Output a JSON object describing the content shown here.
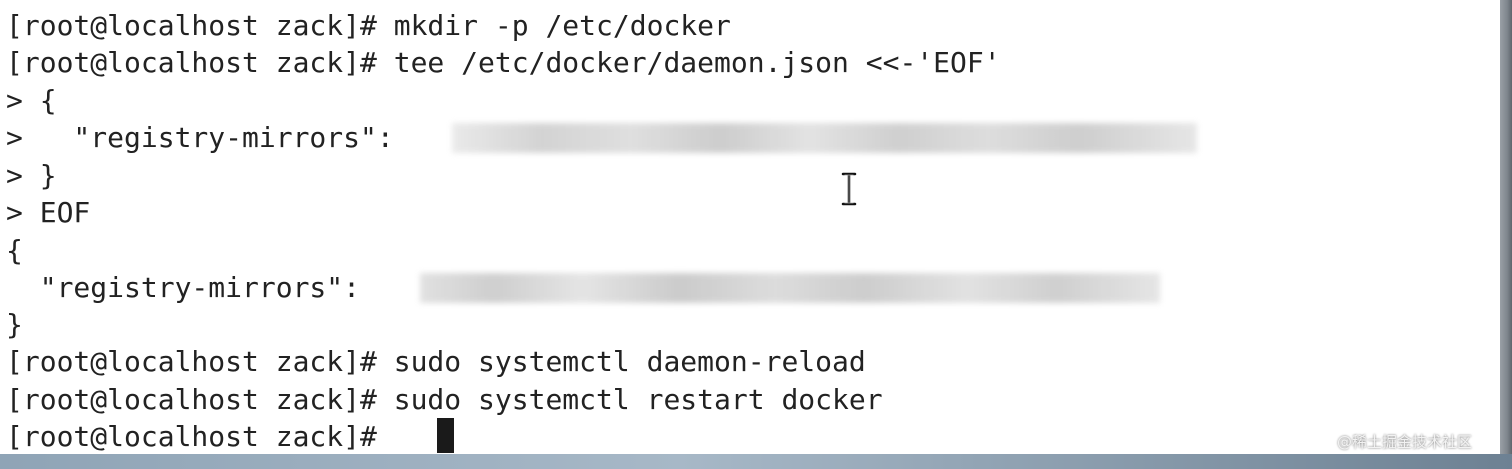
{
  "terminal": {
    "partial_top": "~  ~  ~  ~  ~  ~  ~  ~",
    "lines": [
      "[root@localhost zack]# mkdir -p /etc/docker",
      "[root@localhost zack]# tee /etc/docker/daemon.json <<-'EOF'",
      "> {",
      ">   \"registry-mirrors\":",
      "> }",
      "> EOF",
      "{",
      "  \"registry-mirrors\":",
      "}",
      "[root@localhost zack]# sudo systemctl daemon-reload",
      "[root@localhost zack]# sudo systemctl restart docker",
      "[root@localhost zack]# "
    ]
  },
  "watermark": "@稀土掘金技术社区",
  "colors": {
    "background": "#ffffff",
    "text": "#222222",
    "cursor": "#1a1a1a"
  }
}
